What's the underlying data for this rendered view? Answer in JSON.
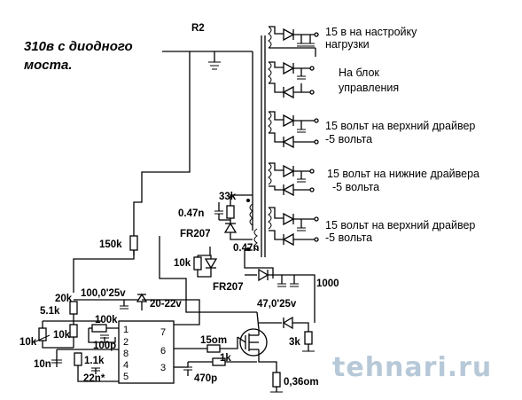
{
  "header": {
    "line1": "310в с диодного",
    "line2": "моста."
  },
  "components": {
    "r2": "R2",
    "c33k": "33k",
    "c047n_a": "0.47n",
    "fr207_a": "FR207",
    "c047n_b": "0.47n",
    "r10k_a": "10k",
    "fr207_b": "FR207",
    "r150k": "150k",
    "r20k": "20k",
    "c100": "100,0'25v",
    "zener": "20-22v",
    "r51k": "5.1k",
    "r100k": "100k",
    "c100p": "100p",
    "r10k_b": "10k",
    "r10k_c": "10k",
    "c10n": "10n",
    "r11k": "1.1k",
    "c22n": "22n*",
    "r15om": "15om",
    "r1k": "1k",
    "c470p": "470p",
    "r036": "0,36om",
    "r3k": "3k",
    "c47": "47,0'25v",
    "c1000": "1000"
  },
  "outputs": {
    "out1_a": "15 в на настройку",
    "out1_b": "нагрузки",
    "out2_a": "На блок",
    "out2_b": "управления",
    "out3_a": "15 вольт на  верхний  драйвер",
    "out3_b": "-5 вольта",
    "out4_a": "15 вольт на  нижние драйвера",
    "out4_b": "-5 вольта",
    "out5_a": "15 вольт на  верхний  драйвер",
    "out5_b": "-5 вольта"
  },
  "ic": {
    "pins": [
      "1",
      "2",
      "8",
      "4",
      "5",
      "7",
      "6",
      "3"
    ]
  },
  "watermark": "tehnari.ru"
}
